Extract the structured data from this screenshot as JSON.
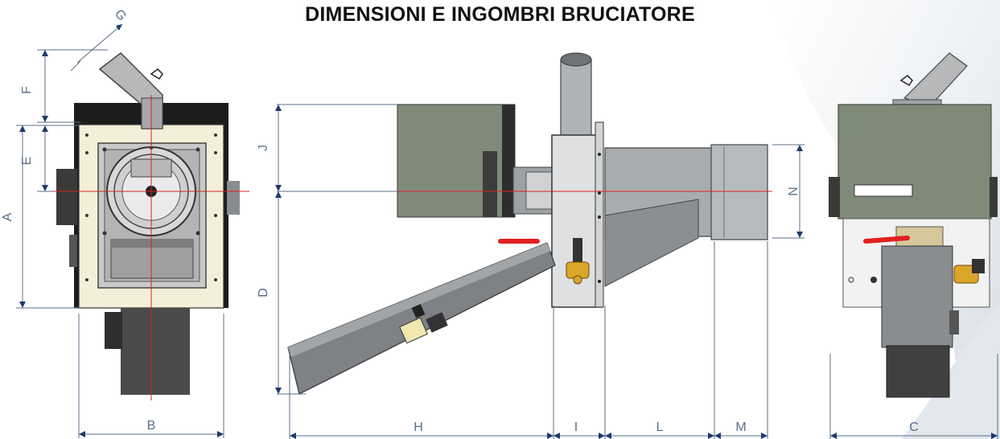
{
  "title": "DIMENSIONI E INGOMBRI BRUCIATORE",
  "dimension_labels": {
    "A": "A",
    "B": "B",
    "C": "C",
    "D": "D",
    "E": "E",
    "F": "F",
    "G": "G",
    "H": "H",
    "I": "I",
    "J": "J",
    "L": "L",
    "M": "M",
    "N": "N"
  },
  "views": {
    "front": "front-view",
    "side": "side-view",
    "rear": "rear-view"
  },
  "colors": {
    "housing_green": "#7f8b79",
    "panel_cream": "#f4efd9",
    "steel": "#a8abae",
    "dark_steel": "#6e7175",
    "axis_red": "#e02020",
    "dimension_blue": "#5a6f86",
    "brass": "#d9a62a"
  }
}
